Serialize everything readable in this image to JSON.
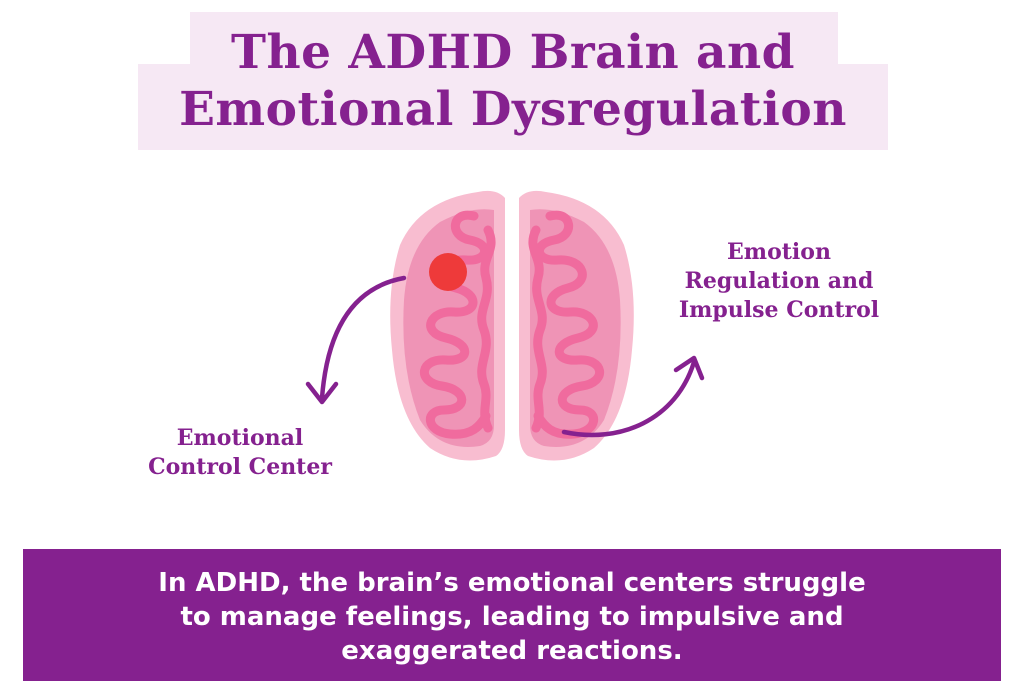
{
  "title": {
    "line1": "The ADHD Brain and",
    "line2": "Emotional Dysregulation"
  },
  "labels": {
    "right": {
      "line1": "Emotion",
      "line2": "Regulation and",
      "line3": "Impulse Control"
    },
    "left": {
      "line1": "Emotional",
      "line2": "Control Center"
    }
  },
  "banner": {
    "line1": "In ADHD, the brain’s emotional centers struggle",
    "line2": "to manage feelings, leading to impulsive and",
    "line3": "exaggerated reactions."
  },
  "colors": {
    "accent": "#85218f",
    "title_background": "#f6e8f4",
    "brain_outer": "#f8bdd0",
    "brain_inner": "#ef94b6",
    "brain_folds": "#f06b9e",
    "hotspot": "#ee3a3a"
  },
  "icons": {
    "brain": "brain-illustration",
    "arrow_left": "curved-arrow-down-left",
    "arrow_right": "curved-arrow-up-right"
  }
}
